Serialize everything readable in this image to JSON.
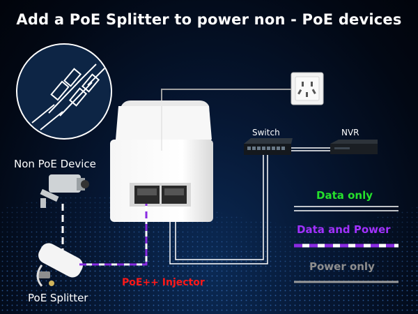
{
  "title": "Add a PoE Splitter to power non - PoE devices",
  "labels": {
    "non_poe_device": "Non PoE Device",
    "poe_splitter": "PoE Splitter",
    "switch": "Switch",
    "nvr": "NVR",
    "poe_injector": "PoE++ Injector"
  },
  "legend": {
    "data_only": "Data only",
    "data_and_power": "Data and Power",
    "power_only": "Power only"
  },
  "colors": {
    "data_line": "#ffffff",
    "data_label": "#25e02c",
    "data_and_power_line": "#8a2be2",
    "data_and_power_label": "#a231ff",
    "power_line": "#a0a0a0",
    "power_label": "#8e8e8e",
    "injector_label": "#ff1818"
  },
  "icons": [
    "cable-connector-icon",
    "power-outlet-icon",
    "security-camera-icon"
  ]
}
